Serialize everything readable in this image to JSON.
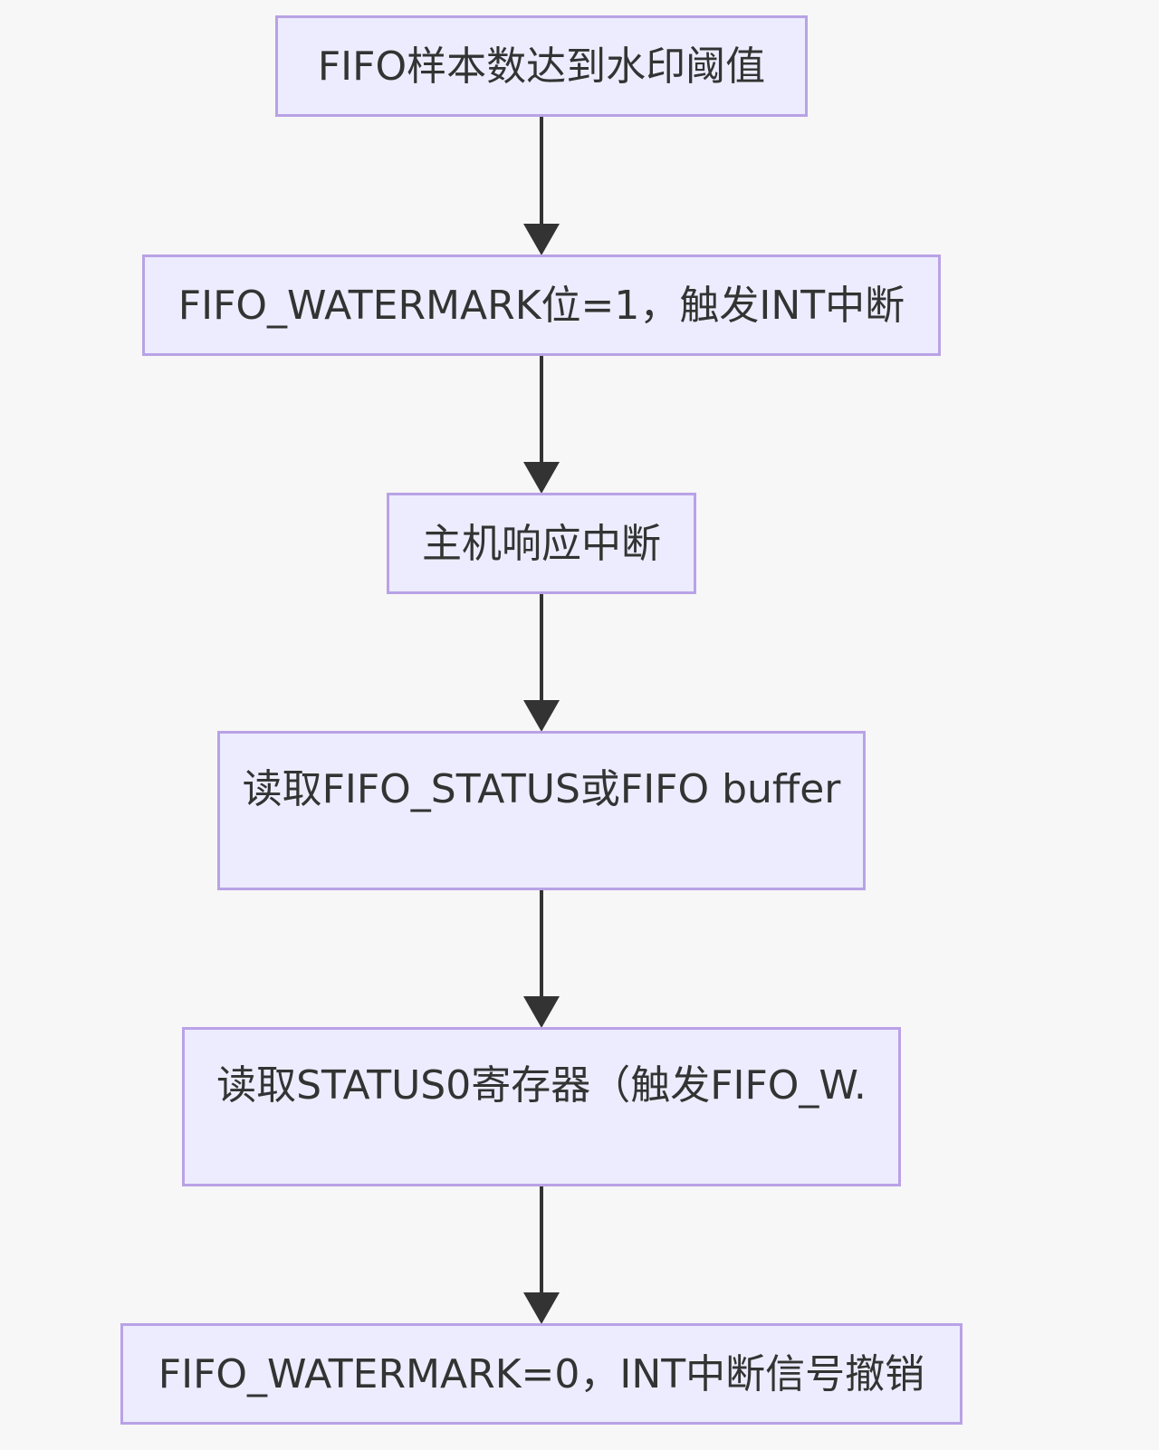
{
  "diagram": {
    "type": "flowchart",
    "direction": "top-down",
    "colors": {
      "background": "#f7f7f7",
      "node_fill": "#ececfe",
      "node_border": "#b9a2e6",
      "edge": "#333333",
      "text": "#333333"
    },
    "nodes": [
      {
        "id": "n1",
        "label": "FIFO样本数达到水印阈值"
      },
      {
        "id": "n2",
        "label": "FIFO_WATERMARK位=1，触发INT中断"
      },
      {
        "id": "n3",
        "label": "主机响应中断"
      },
      {
        "id": "n4",
        "label": "读取FIFO_STATUS或FIFO buffer"
      },
      {
        "id": "n5",
        "label": "读取STATUS0寄存器（触发FIFO_W."
      },
      {
        "id": "n6",
        "label": "FIFO_WATERMARK=0，INT中断信号撤销"
      }
    ],
    "edges": [
      {
        "from": "n1",
        "to": "n2"
      },
      {
        "from": "n2",
        "to": "n3"
      },
      {
        "from": "n3",
        "to": "n4"
      },
      {
        "from": "n4",
        "to": "n5"
      },
      {
        "from": "n5",
        "to": "n6"
      }
    ]
  }
}
